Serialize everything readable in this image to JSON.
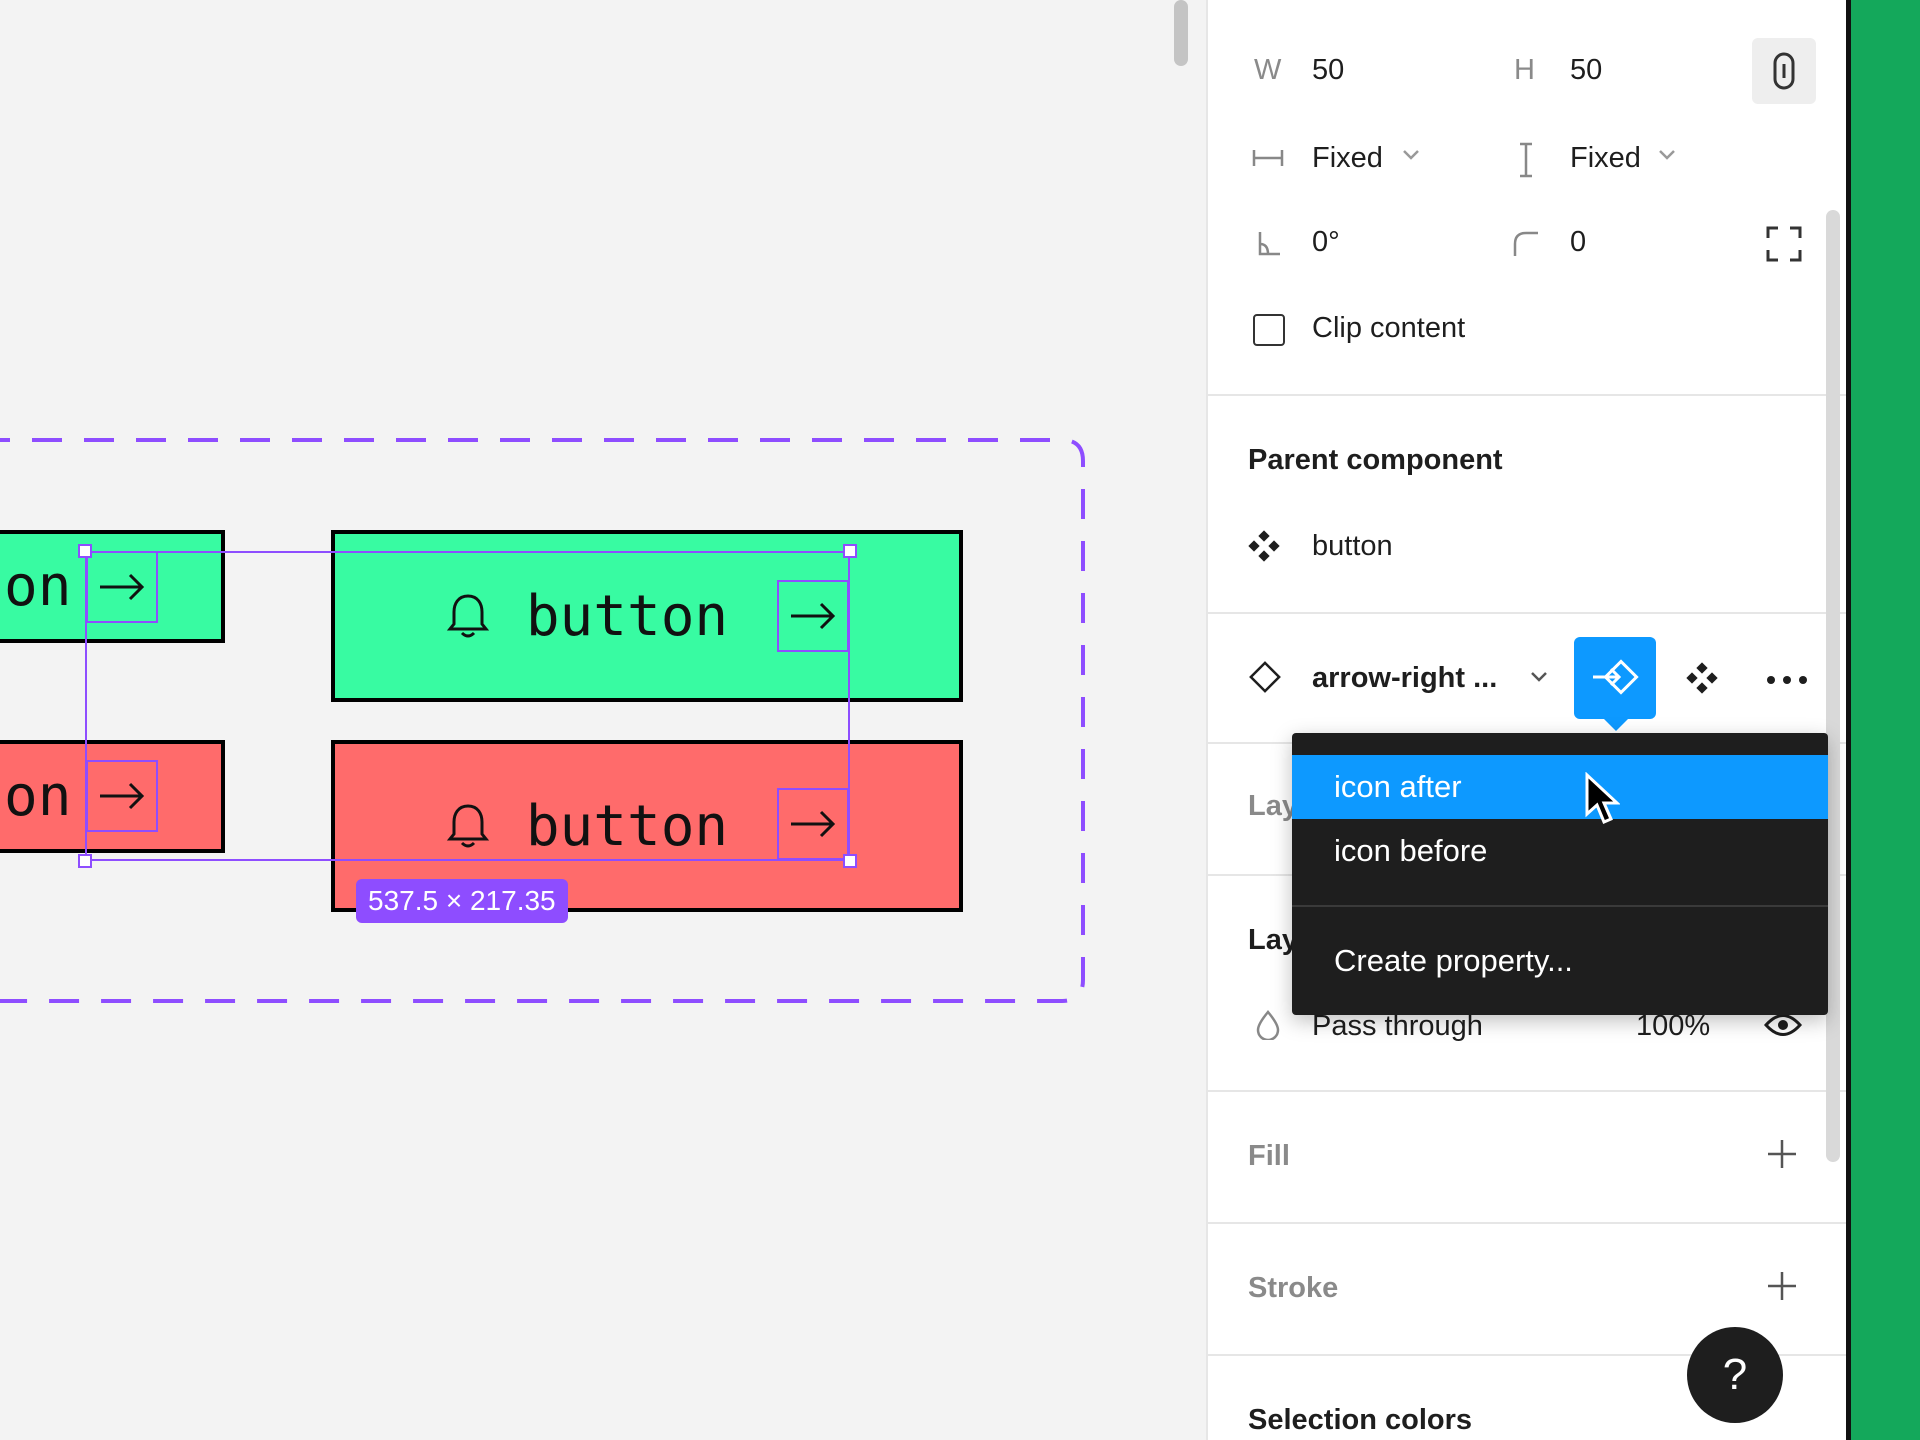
{
  "size_badge": "537.5 × 217.35",
  "canvas": {
    "buttons": [
      {
        "label": "on",
        "color": "#38fba2"
      },
      {
        "label": "button",
        "color": "#38fba2"
      },
      {
        "label": "on",
        "color": "#ff6b6b"
      },
      {
        "label": "button",
        "color": "#ff6b6b"
      }
    ],
    "selection_color": "#8e4dff"
  },
  "panel": {
    "w_label": "W",
    "w_value": "50",
    "h_label": "H",
    "h_value": "50",
    "width_mode": "Fixed",
    "height_mode": "Fixed",
    "rotation": "0°",
    "radius": "0",
    "clip_content_label": "Clip content",
    "clip_content_checked": false,
    "parent_component_title": "Parent component",
    "parent_component_name": "button",
    "instance_prop_name": "arrow-right ...",
    "layer_partial": "Lay",
    "layer_partial2": "Lay",
    "blend_mode": "Pass through",
    "opacity": "100%",
    "fill_title": "Fill",
    "stroke_title": "Stroke",
    "selection_colors_title": "Selection colors"
  },
  "dropdown": {
    "items": [
      "icon after",
      "icon before"
    ],
    "selected": "icon after",
    "create_label": "Create property..."
  },
  "help_label": "?",
  "colors": {
    "accent": "#0d99ff",
    "brand_strip": "#14a85b"
  }
}
